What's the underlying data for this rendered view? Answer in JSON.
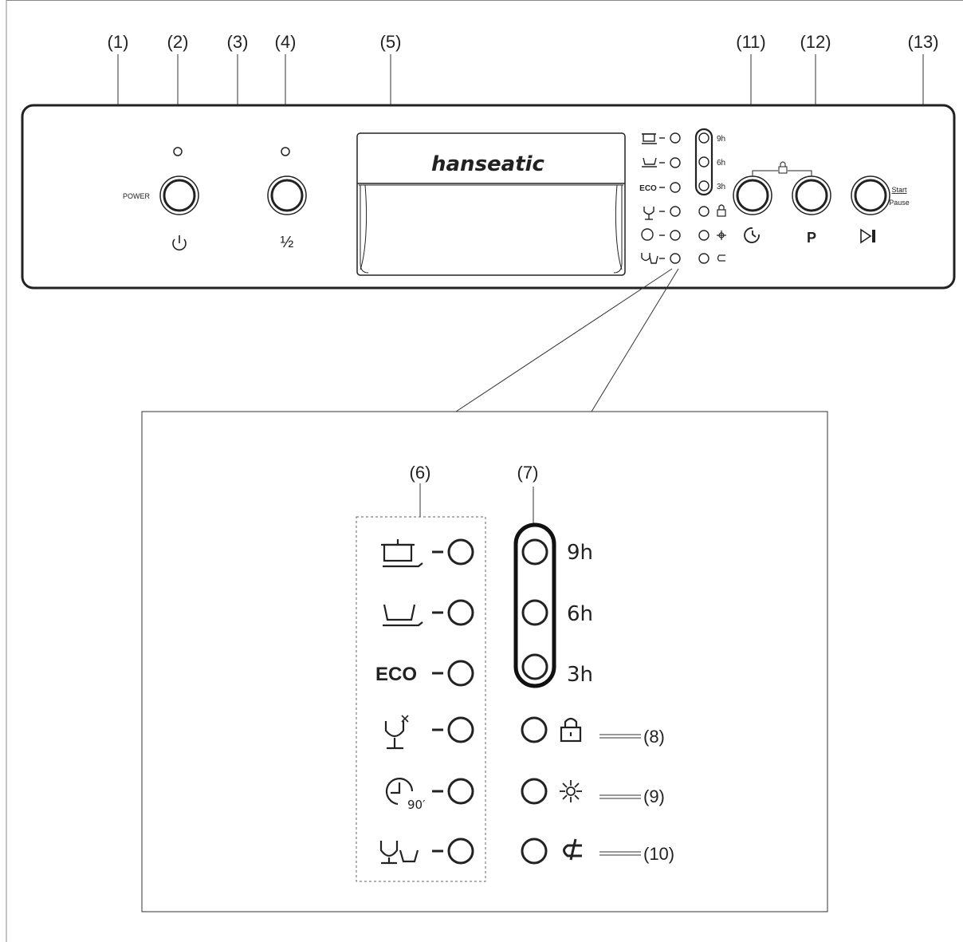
{
  "callouts": {
    "c1": "(1)",
    "c2": "(2)",
    "c3": "(3)",
    "c4": "(4)",
    "c5": "(5)",
    "c6": "(6)",
    "c7": "(7)",
    "c8": "(8)",
    "c9": "(9)",
    "c10": "(10)",
    "c11": "(11)",
    "c12": "(12)",
    "c13": "(13)"
  },
  "panel": {
    "power_label": "POWER",
    "half_label": "½",
    "brand": "hanseatic",
    "p_label": "P",
    "start_label": "Start",
    "pause_label": "Pause"
  },
  "programs": {
    "eco": "ECO",
    "ninety": "90′"
  },
  "timers": {
    "t9": "9h",
    "t6": "6h",
    "t3": "3h"
  },
  "icons": {
    "power": "power-icon",
    "half": "half-load-icon",
    "timer": "timer-icon",
    "play_pause": "play-pause-icon",
    "lock": "child-lock-icon",
    "rinse": "rinse-aid-icon",
    "salt": "salt-regen-icon",
    "intensive": "pot-intensive-icon",
    "normal": "normal-dish-icon",
    "glass": "glass-icon",
    "quick": "quick-90-icon",
    "mixed": "glass-cup-icon"
  }
}
